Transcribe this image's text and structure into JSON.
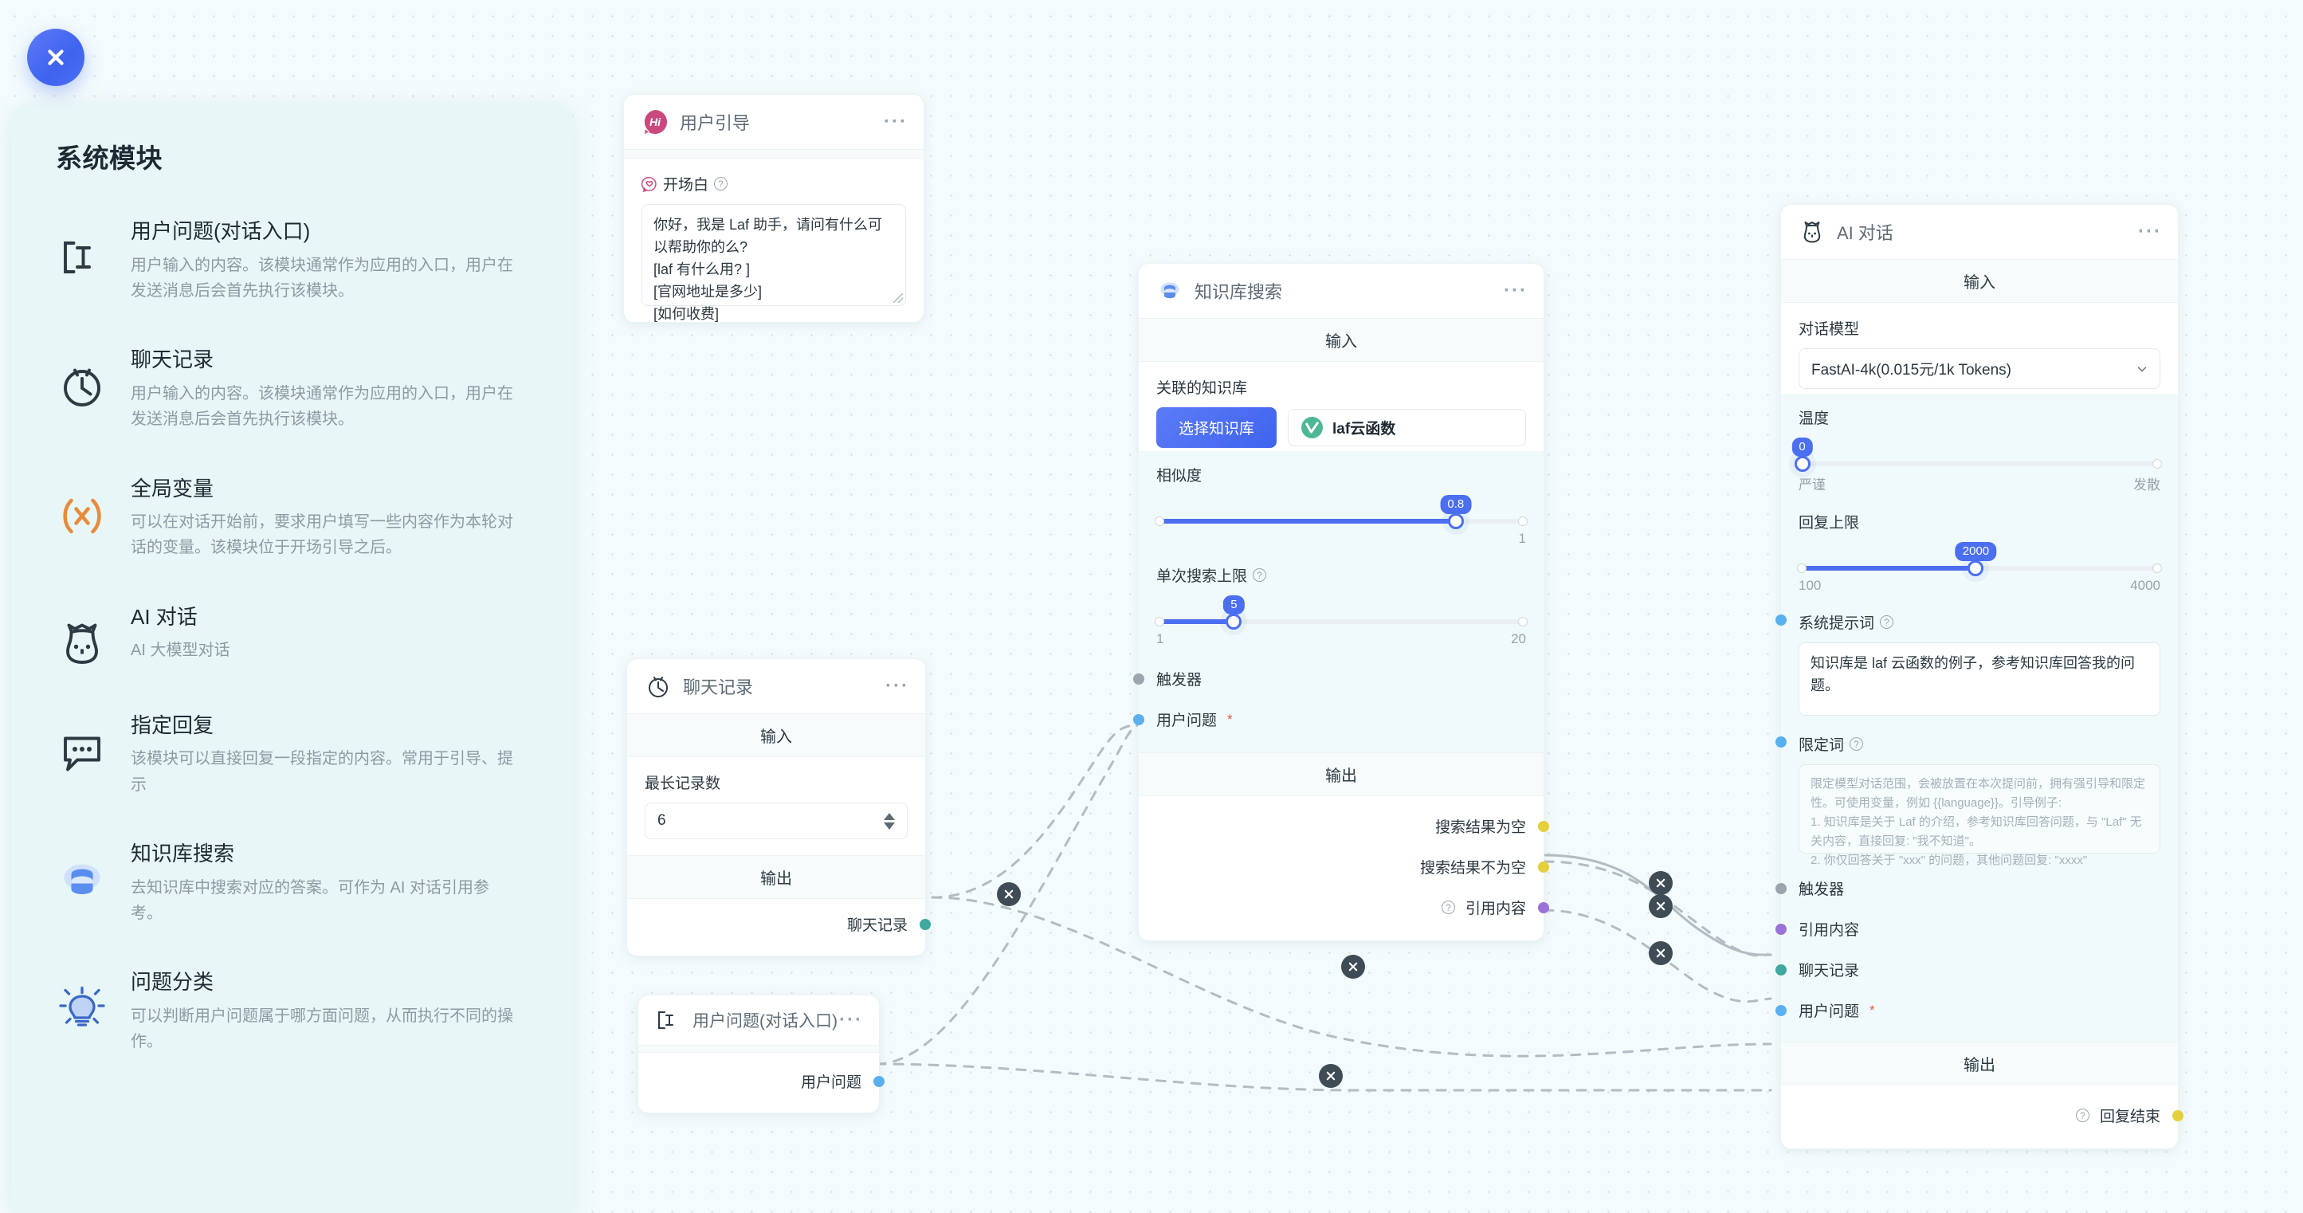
{
  "close_button": {
    "icon": "close-icon"
  },
  "sidebar": {
    "title": "系统模块",
    "items": [
      {
        "icon": "text-input-icon",
        "name": "用户问题(对话入口)",
        "desc": "用户输入的内容。该模块通常作为应用的入口，用户在发送消息后会首先执行该模块。"
      },
      {
        "icon": "clock-history-icon",
        "name": "聊天记录",
        "desc": "用户输入的内容。该模块通常作为应用的入口，用户在发送消息后会首先执行该模块。"
      },
      {
        "icon": "variable-x-icon",
        "name": "全局变量",
        "desc": "可以在对话开始前，要求用户填写一些内容作为本轮对话的变量。该模块位于开场引导之后。"
      },
      {
        "icon": "robot-icon",
        "name": "AI 对话",
        "desc": "AI 大模型对话"
      },
      {
        "icon": "chat-bubble-icon",
        "name": "指定回复",
        "desc": "该模块可以直接回复一段指定的内容。常用于引导、提示"
      },
      {
        "icon": "database-icon",
        "name": "知识库搜索",
        "desc": "去知识库中搜索对应的答案。可作为 AI 对话引用参考。"
      },
      {
        "icon": "lightbulb-icon",
        "name": "问题分类",
        "desc": "可以判断用户问题属于哪方面问题，从而执行不同的操作。"
      }
    ]
  },
  "nodes": {
    "guide": {
      "icon": "hi-badge-icon",
      "title": "用户引导",
      "more": "···",
      "field_label": "开场白",
      "value": "你好，我是 Laf 助手，请问有什么可以帮助你的么?\n[laf 有什么用? ]\n[官网地址是多少]\n[如何收费]"
    },
    "chat_history": {
      "icon": "clock-history-icon",
      "title": "聊天记录",
      "more": "···",
      "input_label": "输入",
      "output_label": "输出",
      "field_label": "最长记录数",
      "value": "6",
      "output_port": "聊天记录"
    },
    "user_question": {
      "icon": "text-input-icon",
      "title": "用户问题(对话入口)",
      "more": "···",
      "output_port": "用户问题"
    },
    "kb_search": {
      "icon": "database-icon",
      "title": "知识库搜索",
      "more": "···",
      "input_label": "输入",
      "output_label": "输出",
      "kb_field_label": "关联的知识库",
      "kb_select_button": "选择知识库",
      "kb_tag_name": "laf云函数",
      "similarity_label": "相似度",
      "similarity_value": "0.8",
      "similarity_max": "1",
      "limit_label": "单次搜索上限",
      "limit_value": "5",
      "limit_min": "1",
      "limit_max": "20",
      "in_trigger": "触发器",
      "in_question": "用户问题",
      "in_question_required": "*",
      "out_empty": "搜索结果为空",
      "out_not_empty": "搜索结果不为空",
      "out_quote": "引用内容"
    },
    "ai_chat": {
      "icon": "robot-icon",
      "title": "AI 对话",
      "more": "···",
      "input_label": "输入",
      "output_label": "输出",
      "model_label": "对话模型",
      "model_value": "FastAI-4k(0.015元/1k Tokens)",
      "temperature_label": "温度",
      "temperature_value": "0",
      "temperature_min_label": "严谨",
      "temperature_max_label": "发散",
      "max_tokens_label": "回复上限",
      "max_tokens_value": "2000",
      "max_tokens_min": "100",
      "max_tokens_max": "4000",
      "system_prompt_label": "系统提示词",
      "system_prompt_value": "知识库是 laf 云函数的例子，参考知识库回答我的问题。",
      "qualifier_label": "限定词",
      "qualifier_placeholder": "限定模型对话范围，会被放置在本次提问前，拥有强引导和限定性。可使用变量，例如 {{language}}。引导例子:\n1. 知识库是关于 Laf 的介绍，参考知识库回答问题，与 \"Laf\" 无关内容，直接回复: \"我不知道\"。\n2. 你仅回答关于 \"xxx\" 的问题，其他问题回复: \"xxxx\"",
      "in_trigger": "触发器",
      "in_quote": "引用内容",
      "in_history": "聊天记录",
      "in_question": "用户问题",
      "in_question_required": "*",
      "out_finish": "回复结束"
    }
  },
  "colors": {
    "accent": "#4b6ff0",
    "canvas": "#f4fbfc",
    "sidebar": "#e7f6f6",
    "port_grey": "#9aa5ad",
    "port_blue": "#5bb0f0",
    "port_yellow": "#e4d03d",
    "port_purple": "#9b72d6",
    "port_teal": "#3fa8a0"
  },
  "edge_markers": [
    "x",
    "x",
    "x",
    "x",
    "x",
    "x"
  ]
}
